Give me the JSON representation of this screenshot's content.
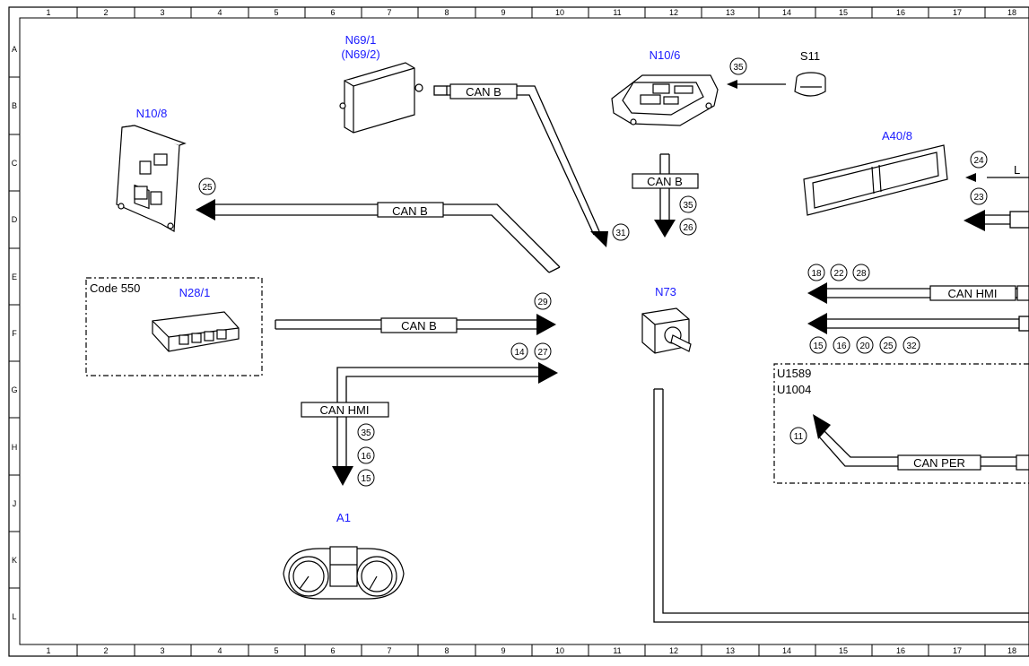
{
  "grid": {
    "columns": [
      "1",
      "2",
      "3",
      "4",
      "5",
      "6",
      "7",
      "8",
      "9",
      "10",
      "11",
      "12",
      "13",
      "14",
      "15",
      "16",
      "17",
      "18"
    ],
    "rows": [
      "A",
      "B",
      "C",
      "D",
      "E",
      "F",
      "G",
      "H",
      "J",
      "K",
      "L"
    ]
  },
  "components": {
    "n69_1": "N69/1",
    "n69_2": "(N69/2)",
    "n10_6": "N10/6",
    "s11": "S11",
    "n10_8": "N10/8",
    "a40_8": "A40/8",
    "n28_1": "N28/1",
    "n73": "N73",
    "a1": "A1"
  },
  "boxes": {
    "code550": "Code 550",
    "u1589": "U1589",
    "u1004": "U1004"
  },
  "buses": {
    "can_b": "CAN B",
    "can_hmi": "CAN HMI",
    "can_per": "CAN PER",
    "l_cut": "L"
  },
  "refs": [
    "35",
    "31",
    "26",
    "25",
    "24",
    "23",
    "29",
    "14",
    "27",
    "18",
    "22",
    "28",
    "15",
    "16",
    "20",
    "32",
    "11"
  ]
}
